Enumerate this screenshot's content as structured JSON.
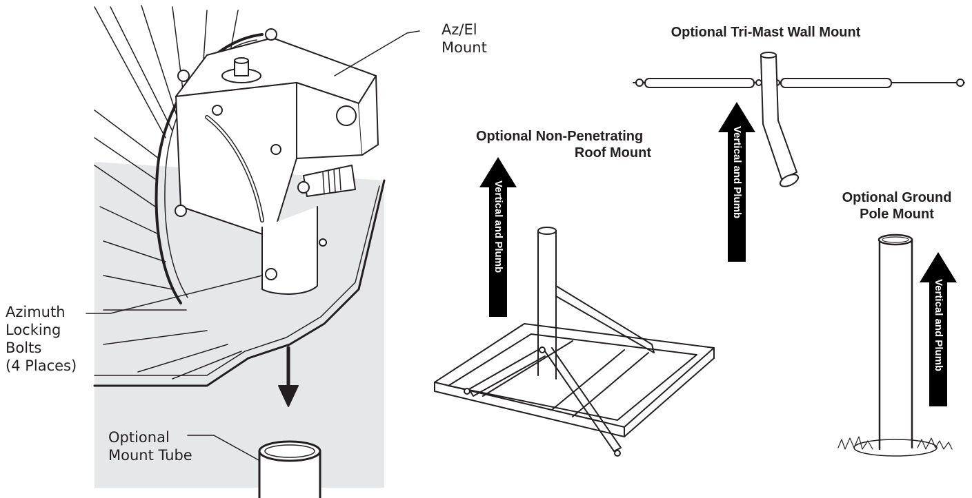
{
  "callouts": {
    "az_el_mount": [
      "Az/El",
      "Mount"
    ],
    "azimuth_bolts": [
      "Azimuth",
      "Locking",
      "Bolts",
      "(4 Places)"
    ],
    "mount_tube": [
      "Optional",
      "Mount Tube"
    ]
  },
  "titles": {
    "tri_mast": "Optional Tri-Mast Wall Mount",
    "roof": [
      "Optional Non-Penetrating",
      "Roof Mount"
    ],
    "ground": [
      "Optional Ground",
      "Pole Mount"
    ]
  },
  "arrows": {
    "roof_label": "Vertical and Plumb",
    "tri_mast_label": "Vertical and Plumb",
    "ground_label": "Vertical and Plumb"
  },
  "colors": {
    "ink": "#231f20",
    "shade": "#e6e7e8",
    "arrow_fill": "#000000"
  }
}
